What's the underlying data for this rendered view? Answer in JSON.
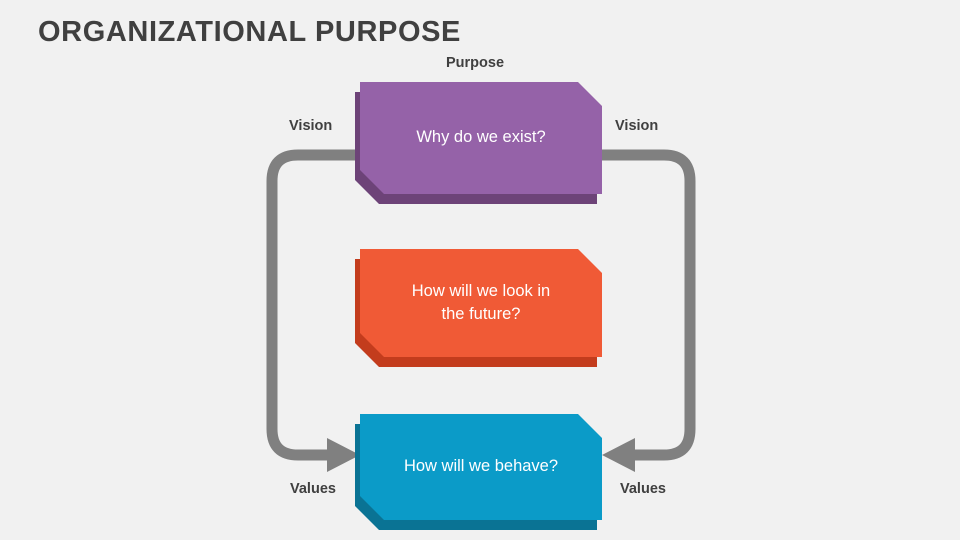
{
  "slide": {
    "title": "ORGANIZATIONAL PURPOSE",
    "background_color": "#f1f1f1",
    "title_color": "#404040"
  },
  "captions": {
    "purpose": "Purpose",
    "vision_left": "Vision",
    "vision_right": "Vision",
    "values_left": "Values",
    "values_right": "Values"
  },
  "nodes": [
    {
      "key": "purpose",
      "caption": "Purpose",
      "text": "Why do we exist?",
      "fill_color": "#9562a8",
      "shadow_color": "#6d4378"
    },
    {
      "key": "vision",
      "caption": "Vision",
      "text_line_1": "How will we look in",
      "text_line_2": "the future?",
      "fill_color": "#f05a36",
      "shadow_color": "#c33c1d"
    },
    {
      "key": "values",
      "caption": "Values",
      "text": "How will we behave?",
      "fill_color": "#0b9bc8",
      "shadow_color": "#0a7394"
    }
  ],
  "arrows": {
    "color": "#808080",
    "left": {
      "from_caption": "Vision",
      "to_caption": "Values",
      "direction": "down-then-right"
    },
    "right": {
      "from_caption": "Vision",
      "to_caption": "Values",
      "direction": "down-then-left"
    }
  }
}
